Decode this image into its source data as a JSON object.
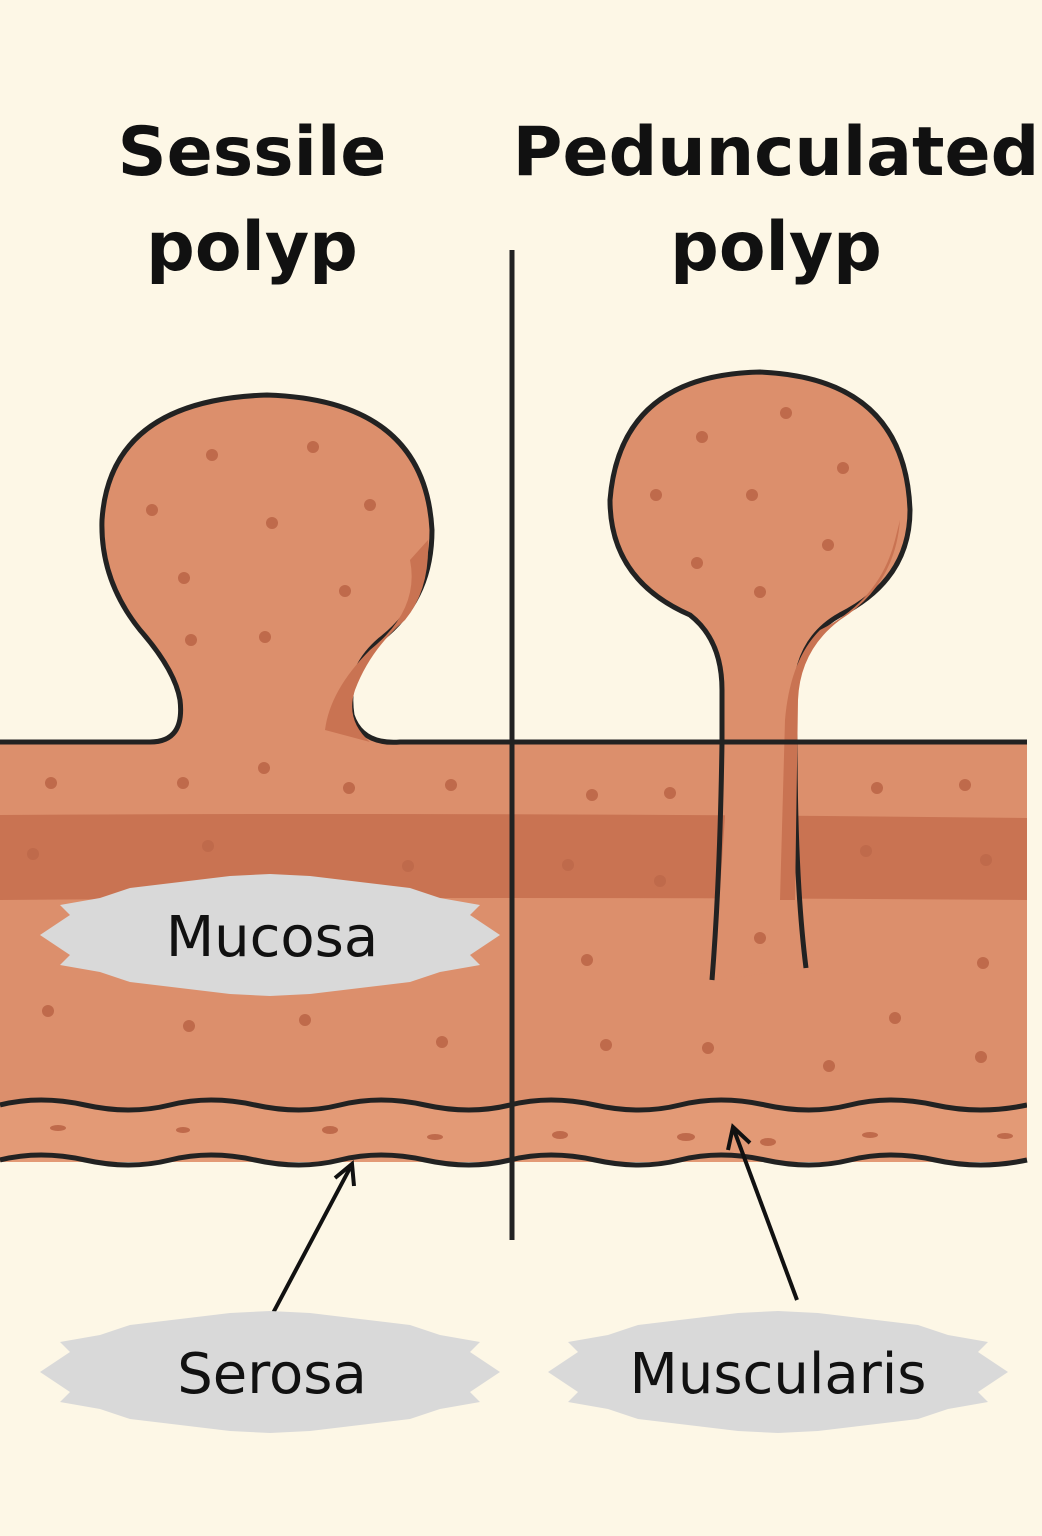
{
  "titles": {
    "left_line1": "Sessile",
    "left_line2": "polyp",
    "right_line1": "Pedunculated",
    "right_line2": "polyp"
  },
  "labels": {
    "mucosa": "Mucosa",
    "serosa": "Serosa",
    "muscularis": "Muscularis"
  },
  "colors": {
    "background": "#fdf7e6",
    "tissue": "#dc8f6c",
    "tissue_dark_band": "#c97352",
    "dots": "#bf6a4b",
    "outline": "#222222",
    "label_badge": "#d9d9d9"
  }
}
